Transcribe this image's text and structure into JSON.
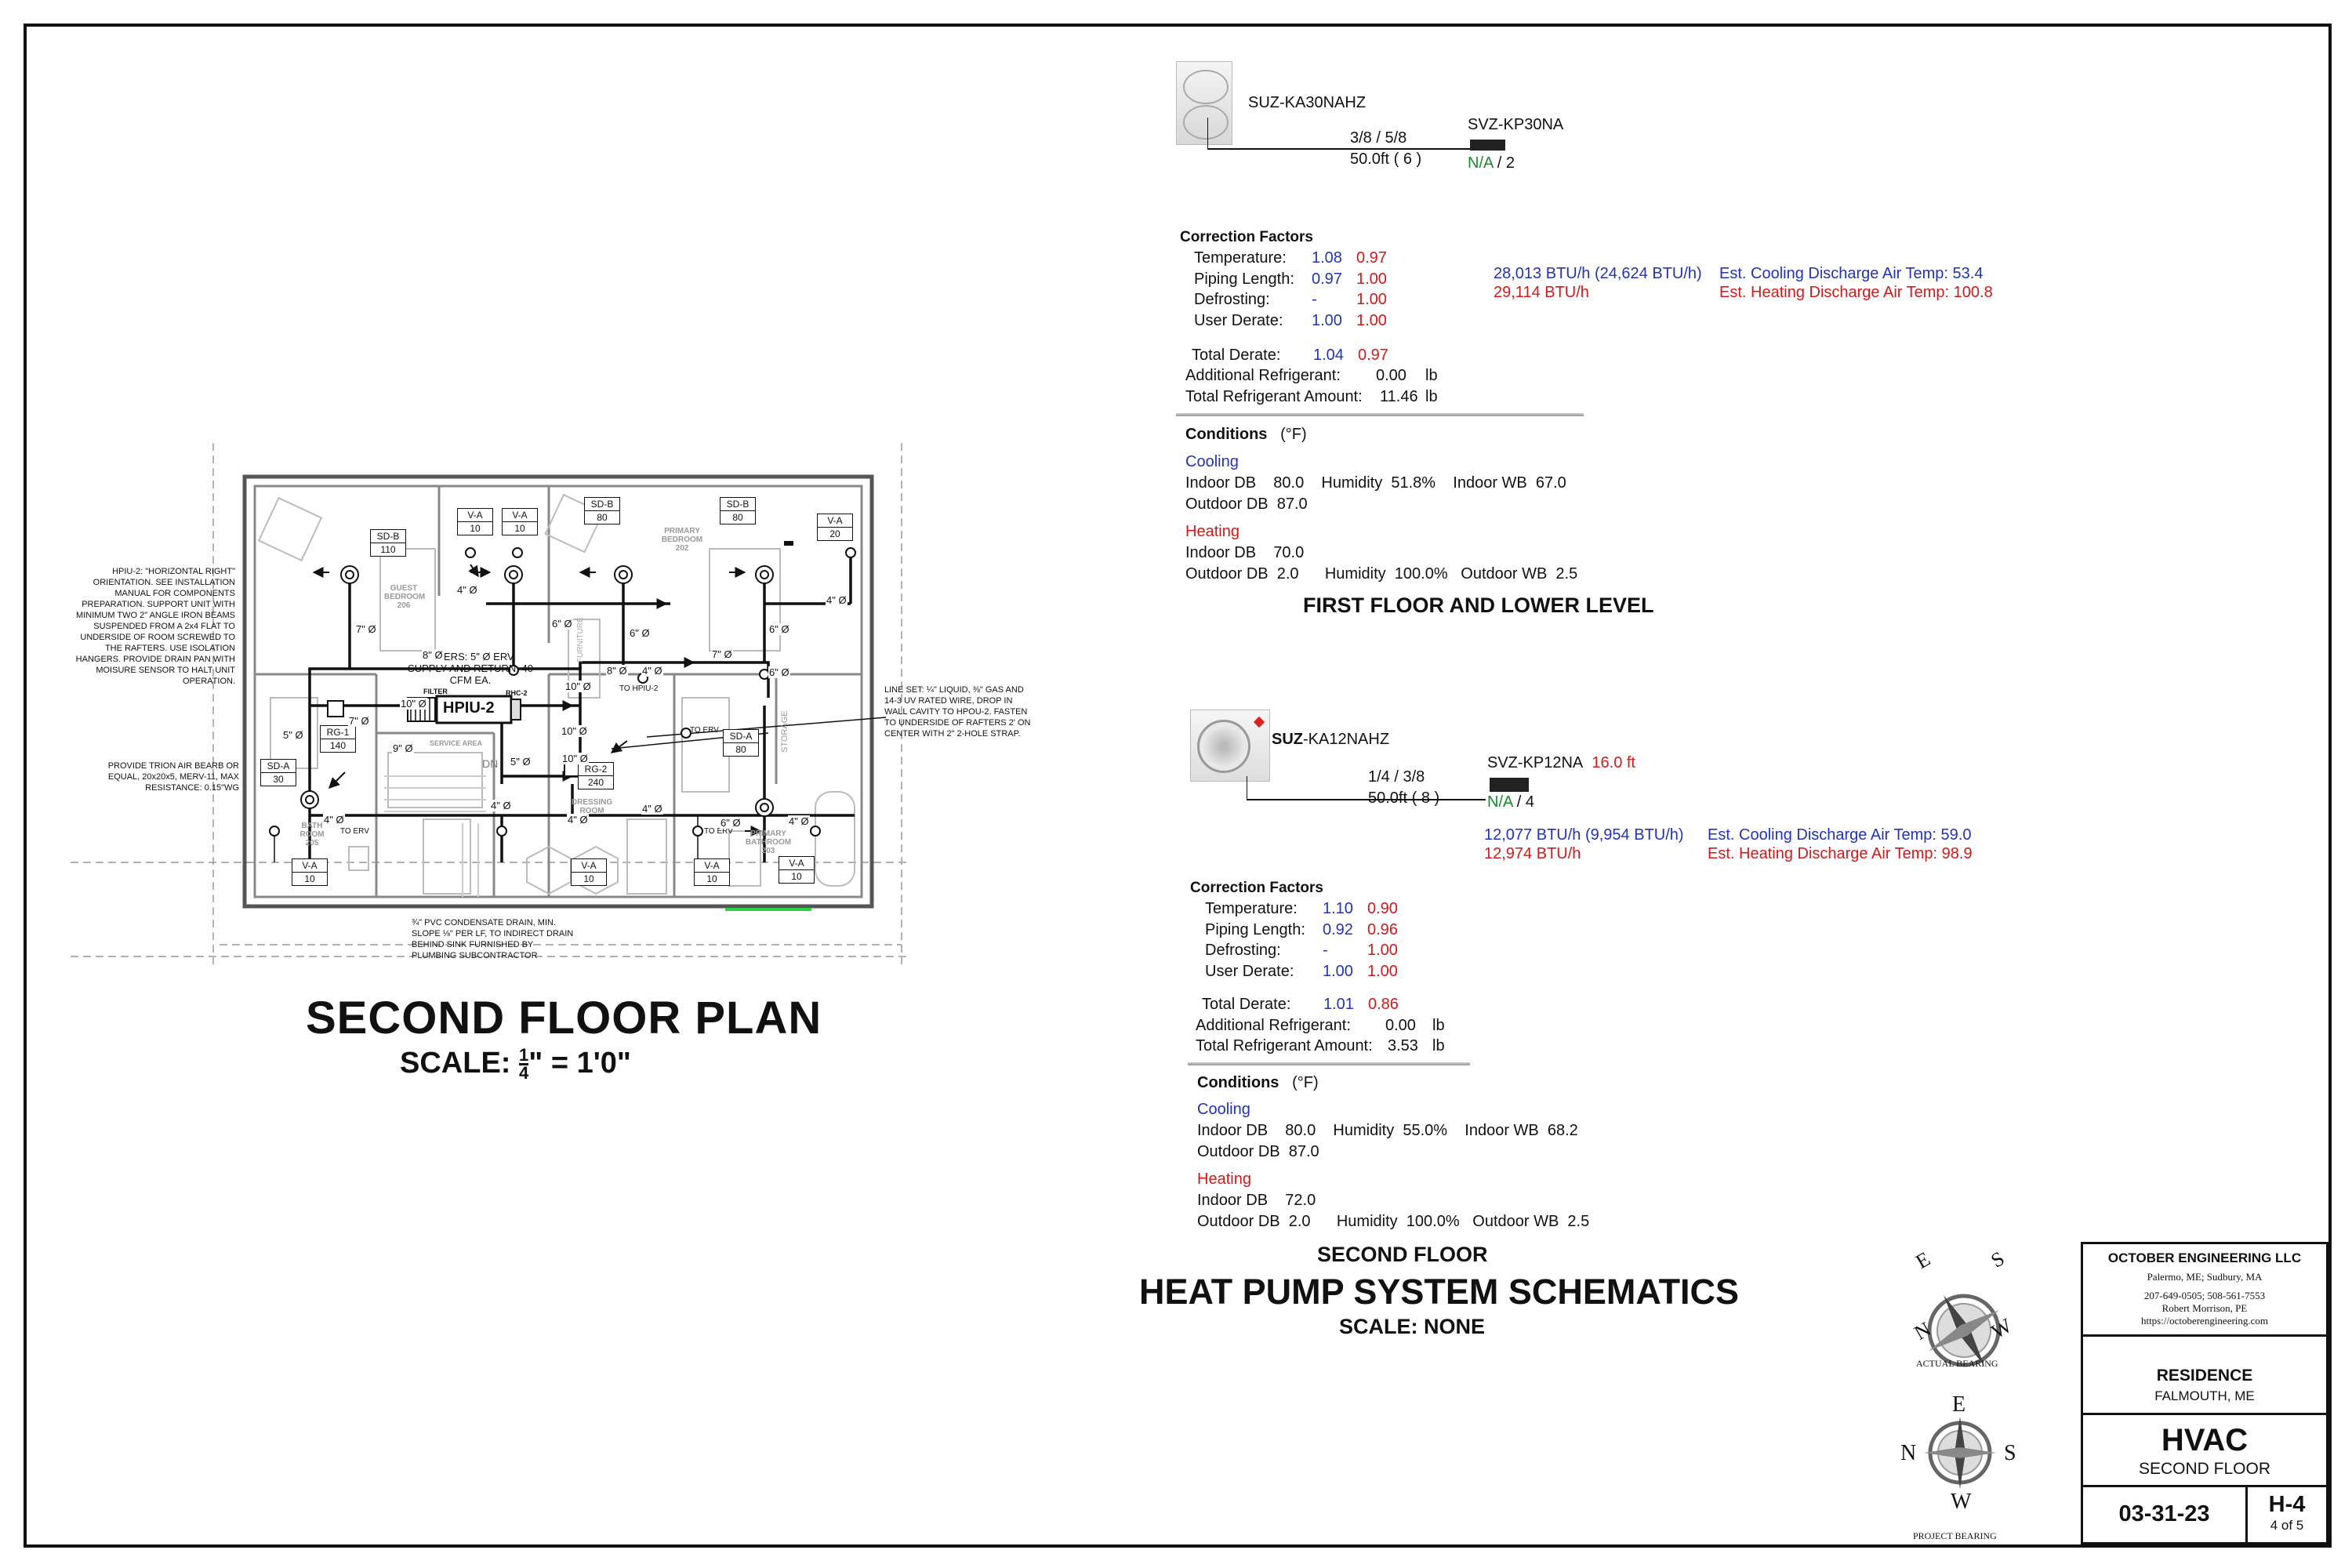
{
  "plan": {
    "title": "SECOND FLOOR PLAN",
    "scale_prefix": "SCALE: ",
    "scale_num": "1",
    "scale_den": "4",
    "scale_suffix": "\" = 1'0\"",
    "notes": {
      "hpiu": "HPIU-2: \"HORIZONTAL RIGHT\" ORIENTATION. SEE INSTALLATION MANUAL FOR COMPONENTS PREPARATION. SUPPORT UNIT WITH MINIMUM TWO 2\" ANGLE IRON BEAMS SUSPENDED FROM A 2x4 FLAT TO UNDERSIDE OF ROOM SCREWED TO THE RAFTERS. USE ISOLATION HANGERS. PROVIDE DRAIN PAN WITH MOISURE SENSOR TO HALT UNIT OPERATION.",
      "trion": "PROVIDE TRION AIR BEARB OR EQUAL, 20x20x5, MERV-11, MAX RESISTANCE: 0.15\"WG",
      "lineset": "LINE SET: ¼\" LIQUID, ⅜\" GAS AND 14-3 UV RATED WIRE, DROP IN WALL CAVITY TO HPOU-2. FASTEN TO UNDERSIDE OF RAFTERS 2' ON CENTER WITH 2\" 2-HOLE STRAP.",
      "drain": "¾\" PVC CONDENSATE DRAIN, MIN. SLOPE ⅛\" PER LF, TO INDIRECT DRAIN BEHIND SINK FURNISHED BY PLUMBING SUBCONTRACTOR",
      "risers": "RISERS: 5\" Ø ERV SUPPLY AND RETURN, 40 CFM EA."
    },
    "rooms": {
      "guest": "GUEST BEDROOM",
      "guest_no": "206",
      "primary": "PRIMARY BEDROOM",
      "primary_no": "202",
      "bath": "BATH ROOM",
      "bath_no": "205",
      "dressing": "DRESSING ROOM",
      "primary_bath": "PRIMARY BATHROOM",
      "primary_bath_no": "203",
      "service": "SERVICE AREA",
      "storage": "STORAGE",
      "furniture": "FURNITURE",
      "dn": "DN"
    },
    "labels": {
      "hpiu": "HPIU-2",
      "filter": "FILTER",
      "rhc": "RHC-2",
      "to_hpiu": "TO HPIU-2",
      "to_erv_1": "TO ERV",
      "to_erv_2": "TO ERV",
      "to_erv_3": "TO ERV"
    },
    "diffusers": [
      {
        "type": "SD-B",
        "val": "110"
      },
      {
        "type": "V-A",
        "val": "10"
      },
      {
        "type": "V-A",
        "val": "10"
      },
      {
        "type": "SD-B",
        "val": "80"
      },
      {
        "type": "SD-B",
        "val": "80"
      },
      {
        "type": "V-A",
        "val": "20"
      },
      {
        "type": "RG-1",
        "val": "140"
      },
      {
        "type": "SD-A",
        "val": "30"
      },
      {
        "type": "RG-2",
        "val": "240"
      },
      {
        "type": "SD-A",
        "val": "80"
      },
      {
        "type": "V-A",
        "val": "10"
      },
      {
        "type": "V-A",
        "val": "10"
      },
      {
        "type": "V-A",
        "val": "10"
      },
      {
        "type": "V-A",
        "val": "10"
      }
    ],
    "duct_sizes": [
      "4\" Ø",
      "4\" Ø",
      "7\" Ø",
      "8\" Ø",
      "6\" Ø",
      "6\" Ø",
      "6\" Ø",
      "7\" Ø",
      "4\" Ø",
      "6\" Ø",
      "8\" Ø",
      "10\" Ø",
      "10\" Ø",
      "10\" Ø",
      "10\" Ø",
      "9\" Ø",
      "7\" Ø",
      "5\" Ø",
      "5\" Ø",
      "4\" Ø",
      "4\" Ø",
      "4\" Ø",
      "6\" Ø",
      "4\" Ø",
      "4\" Ø"
    ]
  },
  "system1": {
    "outdoor": "SUZ-KA30NAHZ",
    "indoor": "SVZ-KP30NA",
    "pipe": "3/8  /  5/8",
    "length": "50.0ft ( 6 )",
    "na": "N/A",
    "na_suffix": " / 2",
    "cf_title": "Correction Factors",
    "cf": [
      {
        "label": "Temperature:",
        "c": "1.08",
        "h": "0.97"
      },
      {
        "label": "Piping Length:",
        "c": "0.97",
        "h": "1.00"
      },
      {
        "label": "Defrosting:",
        "c": "-",
        "h": "1.00"
      },
      {
        "label": "User Derate:",
        "c": "1.00",
        "h": "1.00"
      }
    ],
    "total_derate_label": "Total Derate:",
    "total_derate_c": "1.04",
    "total_derate_h": "0.97",
    "add_ref_label": "Additional Refrigerant:",
    "add_ref": "0.00",
    "total_ref_label": "Total Refrigerant Amount:",
    "total_ref": "11.46",
    "unit_lb": "lb",
    "cool_btu": "28,013 BTU/h (24,624 BTU/h)",
    "heat_btu": "29,114 BTU/h",
    "cool_dis": "Est. Cooling Discharge Air Temp: 53.4",
    "heat_dis": "Est. Heating Discharge Air Temp: 100.8",
    "cond_title": "Conditions",
    "cond_unit": "(°F)",
    "cooling": "Cooling",
    "cool_line1": "Indoor DB    80.0    Humidity  51.8%    Indoor WB  67.0",
    "cool_line2": "Outdoor DB  87.0",
    "heating": "Heating",
    "heat_line1": "Indoor DB    70.0",
    "heat_line2": "Outdoor DB  2.0      Humidity  100.0%   Outdoor WB  2.5",
    "caption": "FIRST FLOOR AND LOWER LEVEL"
  },
  "system2": {
    "outdoor_a": "SUZ",
    "outdoor_b": "-KA12NAHZ",
    "indoor": "SVZ-KP12NA",
    "indoor_len": "16.0 ft",
    "pipe": "1/4  /  3/8",
    "length": "50.0ft ( 8 )",
    "na": "N/A",
    "na_suffix": " / 4",
    "cf_title": "Correction Factors",
    "cf": [
      {
        "label": "Temperature:",
        "c": "1.10",
        "h": "0.90"
      },
      {
        "label": "Piping Length:",
        "c": "0.92",
        "h": "0.96"
      },
      {
        "label": "Defrosting:",
        "c": "-",
        "h": "1.00"
      },
      {
        "label": "User Derate:",
        "c": "1.00",
        "h": "1.00"
      }
    ],
    "total_derate_label": "Total Derate:",
    "total_derate_c": "1.01",
    "total_derate_h": "0.86",
    "add_ref_label": "Additional Refrigerant:",
    "add_ref": "0.00",
    "total_ref_label": "Total Refrigerant Amount:",
    "total_ref": "3.53",
    "unit_lb": "lb",
    "cool_btu": "12,077 BTU/h (9,954 BTU/h)",
    "heat_btu": "12,974 BTU/h",
    "cool_dis": "Est. Cooling Discharge Air Temp: 59.0",
    "heat_dis": "Est. Heating Discharge Air Temp: 98.9",
    "cond_title": "Conditions",
    "cond_unit": "(°F)",
    "cooling": "Cooling",
    "cool_line1": "Indoor DB    80.0    Humidity  55.0%    Indoor WB  68.2",
    "cool_line2": "Outdoor DB  87.0",
    "heating": "Heating",
    "heat_line1": "Indoor DB    72.0",
    "heat_line2": "Outdoor DB  2.0      Humidity  100.0%   Outdoor WB  2.5"
  },
  "schematic_title": {
    "floor": "SECOND FLOOR",
    "title": "HEAT PUMP SYSTEM SCHEMATICS",
    "scale": "SCALE: NONE"
  },
  "bearing": {
    "actual_label": "ACTUAL BEARING",
    "project_label": "PROJECT BEARING",
    "n": "N",
    "e": "E",
    "s": "S",
    "w": "W"
  },
  "title_block": {
    "company": "OCTOBER ENGINEERING LLC",
    "locations": "Palermo, ME;  Sudbury, MA",
    "phones": "207-649-0505;  508-561-7553",
    "engineer": "Robert Morrison, PE",
    "url": "https://octoberengineering.com",
    "project": "RESIDENCE",
    "city": "FALMOUTH, ME",
    "discipline": "HVAC",
    "sheet_name": "SECOND FLOOR",
    "date": "03-31-23",
    "sheet_no": "H-4",
    "sheet_of": "4 of 5"
  }
}
